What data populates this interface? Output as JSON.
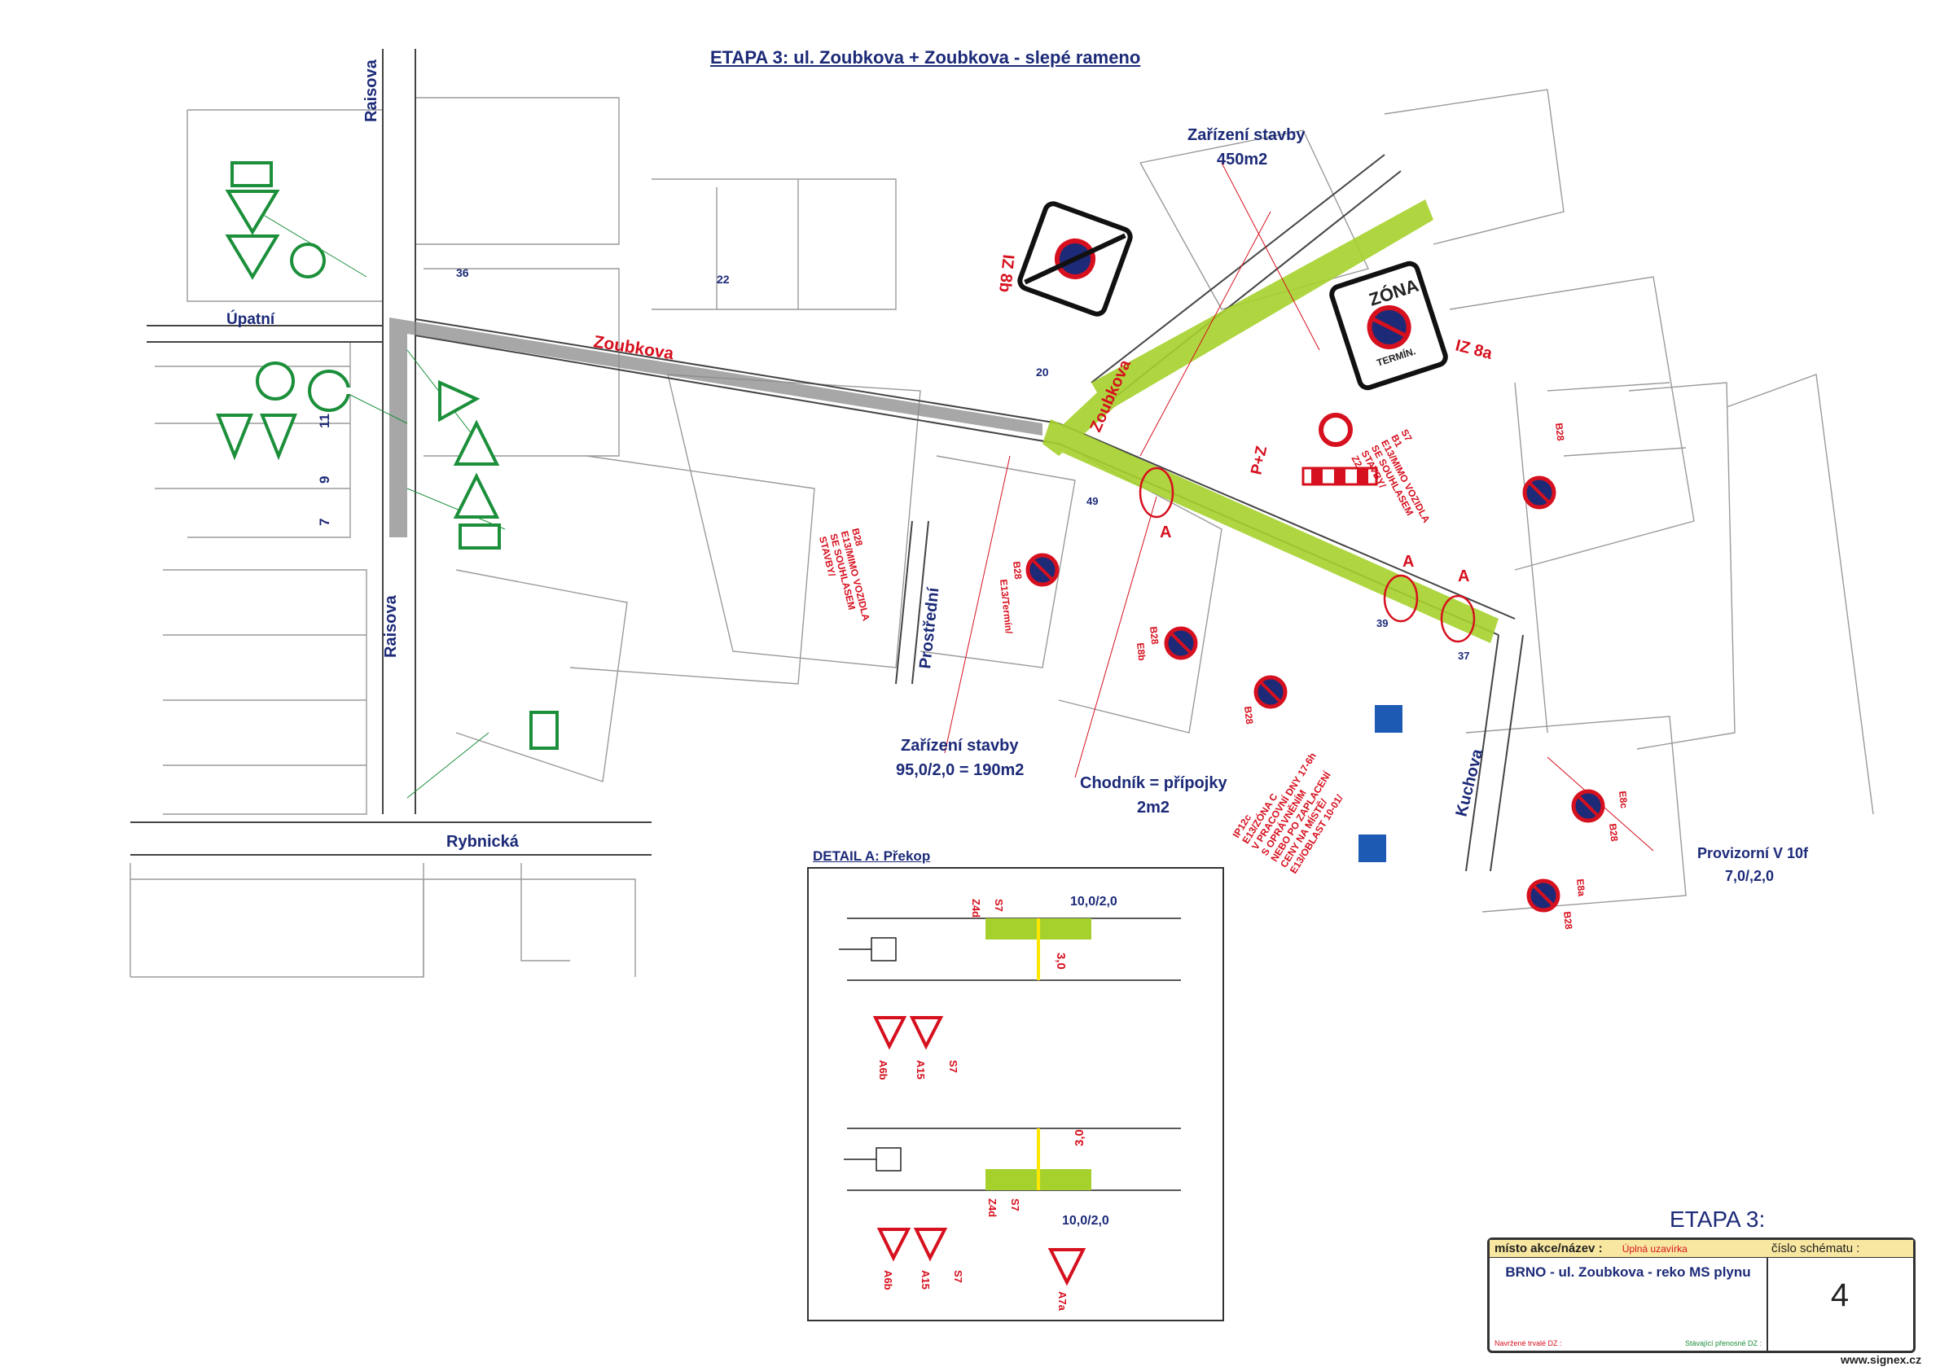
{
  "title": "ETAPA 3: ul. Zoubkova + Zoubkova - slepé rameno",
  "streets": {
    "raisova_top": "Raisova",
    "raisova_bottom": "Raisova",
    "upatni": "Úpatní",
    "zoubkova": "Zoubkova",
    "zoubkova_branch": "Zoubkova",
    "prostredni": "Prostřední",
    "rybnicka": "Rybnická",
    "kuchova": "Kuchova"
  },
  "labels": {
    "site_area_top": "Zařízení stavby",
    "site_area_top_value": "450m2",
    "site_area_bottom": "Zařízení stavby",
    "site_area_bottom_value": "95,0/2,0 = 190m2",
    "sidewalk": "Chodník = přípojky",
    "sidewalk_value": "2m2",
    "provisional": "Provizorní V 10f",
    "provisional_value": "7,0/,2,0",
    "sign_ip26b": "IZ 8b",
    "sign_ip26a": "IZ 8a",
    "zone_word": "ZÓNA",
    "zone_term": "TERMÍN.",
    "pk": "P+Z",
    "house_36": "36",
    "house_22": "22",
    "house_20": "20",
    "house_49": "49",
    "house_39": "39",
    "house_37": "37",
    "house_11": "11",
    "house_9": "9",
    "house_7": "7",
    "mark_a1": "A",
    "mark_a2": "A",
    "mark_a3": "A",
    "note_e13_right": "S7\nB1\nE13/MIMO VOZIDLA\nSE SOUHLASEM\nSTAVBY/\nZ2",
    "note_e13_left": "B28\nE13/MIMO VOZIDLA\nSE SOUHLASEM\nSTAVBY/",
    "note_ip12": "IP12c\nE13/ZÓNA C\nV PRACOVNÍ DNY 17-6h\nS OPRÁVNĚNÍM\nNEBO PO ZAPLACENÍ\nCENY NA MÍSTĚ/\nE13/OBLAST 10-01/",
    "b28_1": "B28",
    "b28_2": "B28",
    "b28_3": "B28",
    "b28_4": "B28",
    "b28_5": "B28",
    "b28_6": "B28",
    "e13_termin": "E13/Termín/",
    "e8b": "E8b",
    "e8c": "E8c",
    "e8a": "E8a"
  },
  "detail": {
    "title": "DETAIL A: Překop",
    "dim_1": "10,0/2,0",
    "dim_2": "3,0",
    "dim_3": "3,0",
    "dim_4": "10,0/2,0",
    "z4d_1": "Z4d",
    "s7_1": "S7",
    "z4d_2": "Z4d",
    "s7_2": "S7",
    "a6b_1": "A6b",
    "a15_1": "A15",
    "s7_3": "S7",
    "a6b_2": "A6b",
    "a15_2": "A15",
    "s7_4": "S7",
    "a7a": "A7a"
  },
  "title_block": {
    "stage": "ETAPA 3:",
    "place_label": "místo akce/název :",
    "closure": "Úplná uzavírka",
    "project": "BRNO - ul. Zoubkova - reko MS plynu",
    "scheme_label": "číslo schématu :",
    "scheme_number": "4",
    "legend_new": "Navržené trvalé DZ :",
    "legend_existing": "Stávající přenosné DZ :",
    "website": "www.signex.cz"
  },
  "colors": {
    "closure_green": "#a6d12c",
    "sign_green": "#1b8f3a",
    "red": "#d6101e",
    "blue_text": "#1c2a78"
  }
}
